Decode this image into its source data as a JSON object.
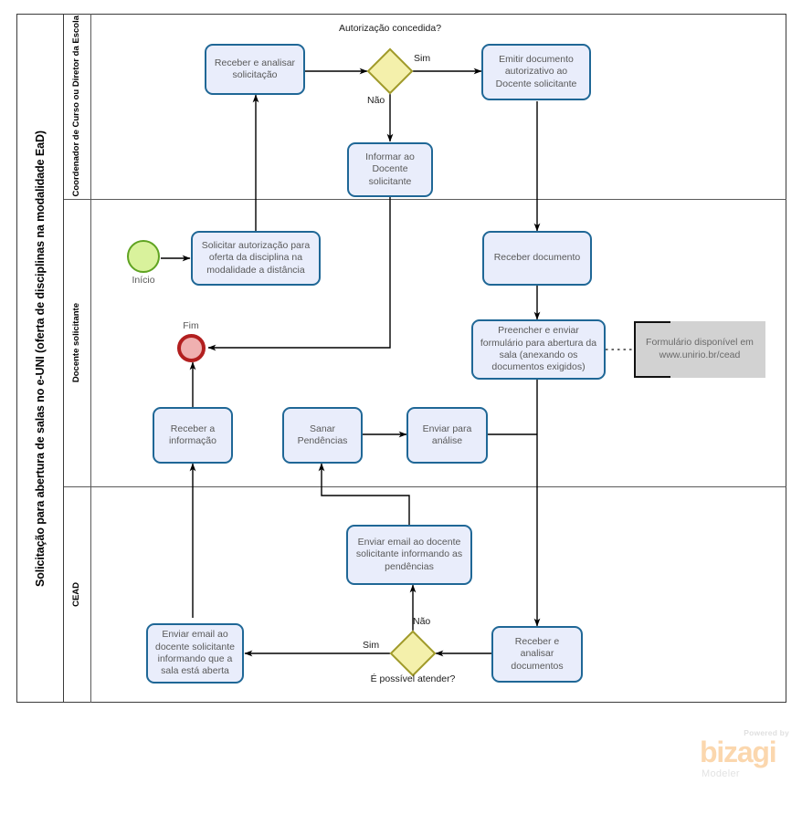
{
  "pool": {
    "title": "Solicitação para abertura de salas no e-UNI (oferta de disciplinas na modalidade EaD)"
  },
  "lanes": [
    {
      "id": "lane-coordenador",
      "label": "Coordenador de Curso ou Diretor da Escola"
    },
    {
      "id": "lane-docente",
      "label": "Docente  solicitante"
    },
    {
      "id": "lane-cead",
      "label": "CEAD"
    }
  ],
  "events": [
    {
      "id": "start-inicio",
      "label": "Início",
      "type": "start"
    },
    {
      "id": "end-fim",
      "label": "Fim",
      "type": "end"
    }
  ],
  "tasks": {
    "receber_analisar_solicitacao": "Receber  e analisar solicitação",
    "emitir_documento": "Emitir documento autorizativo ao Docente solicitante",
    "informar_docente": "Informar ao Docente solicitante",
    "solicitar_autorizacao": "Solicitar autorização para oferta da disciplina na modalidade a distância",
    "receber_documento": "Receber documento",
    "preencher_enviar_formulario": "Preencher e enviar formulário para abertura da sala (anexando os documentos exigidos)",
    "receber_informacao": "Receber a informação",
    "sanar_pendencias": "Sanar Pendências",
    "enviar_para_analise": "Enviar para análise",
    "enviar_email_pendencias": "Enviar email ao docente solicitante informando as pendências",
    "enviar_email_sala_aberta": "Enviar email ao docente solicitante informando que a sala está aberta",
    "receber_analisar_documentos": "Receber e analisar documentos"
  },
  "gateways": {
    "autorizacao_concedida": "Autorização concedida?",
    "e_possivel_atender": "É possível atender?"
  },
  "flow_labels": {
    "gw1_sim": "Sim",
    "gw1_nao": "Não",
    "gw2_sim": "Sim",
    "gw2_nao": "Não"
  },
  "annotations": {
    "formulario": "Formulário disponível em www.unirio.br/cead"
  },
  "logo": {
    "powered": "Powered by",
    "brand": "bizagi",
    "product": "Modeler"
  },
  "colors": {
    "task_fill": "#e9edfb",
    "task_border": "#1f6796",
    "gateway_fill": "#f4f0ab",
    "gateway_border": "#a09a2b",
    "start_fill": "#d9f29c",
    "start_border": "#5fa321",
    "end_fill": "#efb0b0",
    "end_border": "#b21f1f",
    "annotation_fill": "#d2d2d2",
    "pool_border": "#3b3b3b",
    "connector": "#000000"
  }
}
